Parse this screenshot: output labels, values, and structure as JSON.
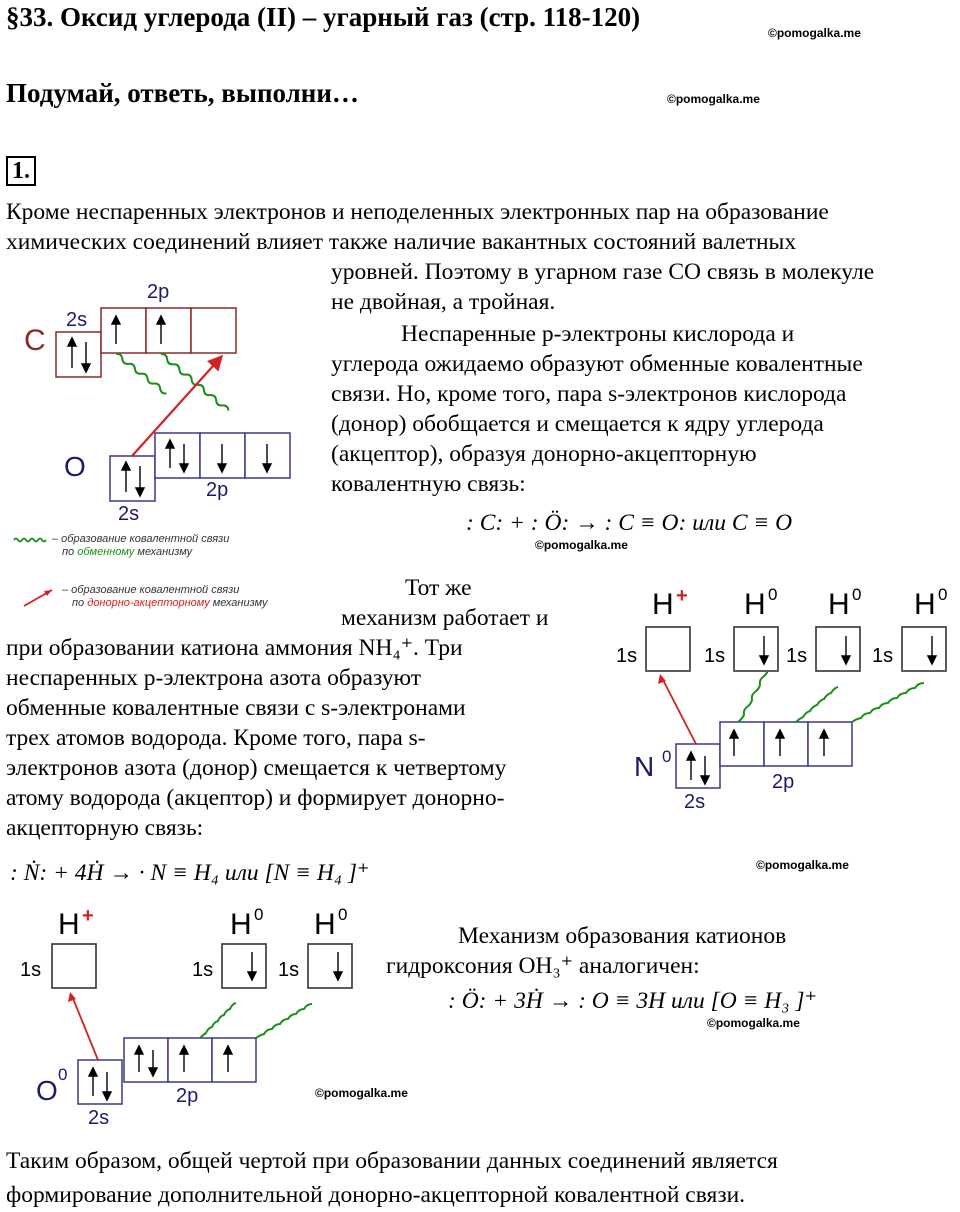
{
  "header": {
    "title": "§33. Оксид углерода (II) – угарный газ (стр. 118-120)",
    "subtitle": "Подумай, ответь, выполни…",
    "watermark": "©pomogalka.me"
  },
  "task": {
    "number": "1."
  },
  "paragraphs": {
    "p1_line1": "Кроме неспаренных электронов и неподеленных электронных пар на образование",
    "p1_line2": "химических соединений влияет также наличие вакантных состояний валетных",
    "p1_line3": "уровней. Поэтому в угарном газе CO связь в молекуле",
    "p1_line4": "не двойная, а тройная.",
    "p2_line1": "Неспаренные р-электроны кислорода и",
    "p2_line2": "углерода ожидаемо образуют обменные ковалентные",
    "p2_line3": "связи. Но, кроме того, пара s-электронов кислорода",
    "p2_line4": "(донор) обобщается и смещается к ядру углерода",
    "p2_line5": "(акцептор), образуя донорно-акцепторную",
    "p2_line6": "ковалентную связь:",
    "p3_line1": "Тот же",
    "p3_line2": "механизм работает и",
    "p3_line3": "при образовании катиона аммония NH₄⁺. Три",
    "p3_line4": "неспаренных р-электрона азота образуют",
    "p3_line5": "обменные ковалентные связи с s-электронами",
    "p3_line6": "трех атомов водорода. Кроме того, пара s-",
    "p3_line7": "электронов азота (донор) смещается к четвертому",
    "p3_line8": "атому водорода (акцептор) и формирует донорно-",
    "p3_line9": "акцепторную связь:",
    "p4_line1": "Механизм образования катионов",
    "p4_line2": "гидроксония OH₃⁺ аналогичен:",
    "p5_line1": "Таким образом, общей чертой при образовании данных соединений является",
    "p5_line2": "формирование дополнительной донорно-акцепторной ковалентной связи."
  },
  "formulas": {
    "co": ": C: + : Ö: → : C ≡ O: или C ≡ O",
    "nh4": ": Ṅ: + 4Ḣ → · N ≡ H₄ или [N ≡ H₄ ]⁺",
    "oh3": ": Ö: + 3Ḣ → : O ≡ 3H или [O ≡ H₃ ]⁺"
  },
  "diagram_co": {
    "atom_c": "C",
    "atom_o": "O",
    "c_s": "2s",
    "c_p": "2p",
    "o_s": "2s",
    "o_p": "2p",
    "legend_green": "– образование ковалентной связи",
    "legend_green2_pre": "по ",
    "legend_green2_hl": "обменному",
    "legend_green2_post": " механизму",
    "legend_red": "– образование ковалентной связи",
    "legend_red2_pre": "по ",
    "legend_red2_hl": "донорно-акцепторному",
    "legend_red2_post": " механизму"
  },
  "diagram_nh4": {
    "h_plus": "H",
    "plus": "+",
    "h0": "H",
    "zero": "0",
    "n0": "N",
    "s1": "1s",
    "s2": "2s",
    "p2": "2p"
  },
  "diagram_oh3": {
    "h_plus": "H",
    "plus": "+",
    "h0": "H",
    "zero": "0",
    "o0": "O",
    "s1": "1s",
    "s2": "2s",
    "p2": "2p"
  },
  "colors": {
    "red": "#d42020",
    "green": "#1a8f1a",
    "box_co": "#8b2a2a",
    "box_o": "#3a3a8a"
  }
}
